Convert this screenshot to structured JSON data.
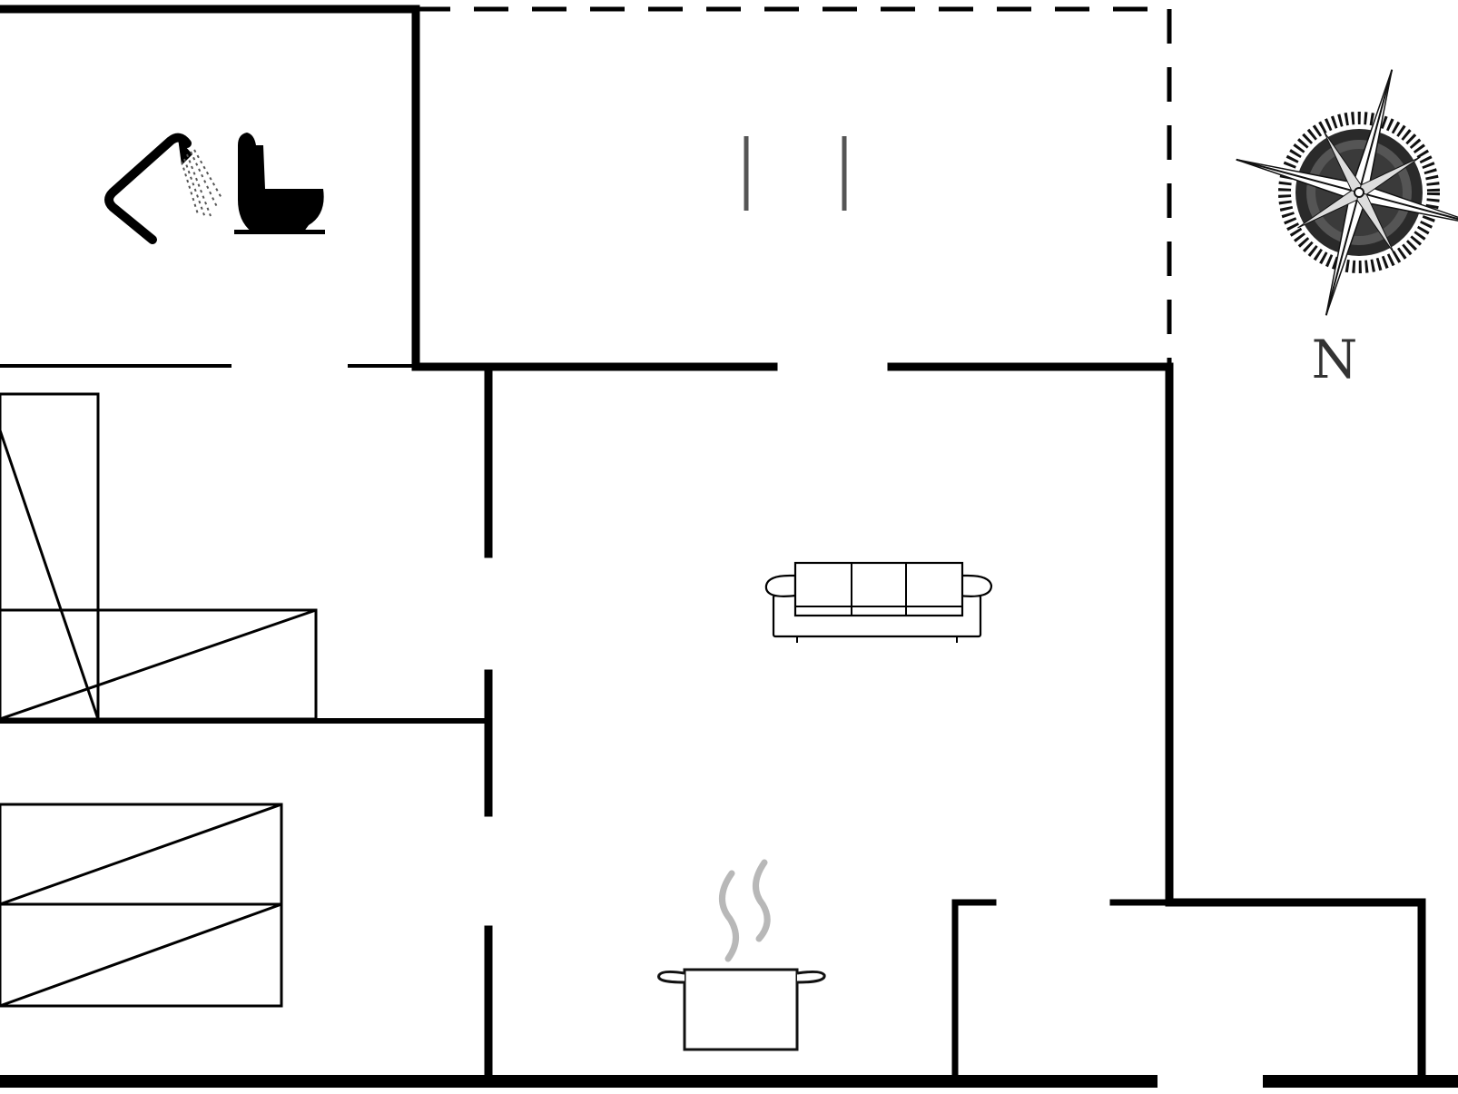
{
  "title": "",
  "compass": {
    "label": "N",
    "icon": "compass-rose-icon"
  },
  "rooms": [
    {
      "id": "bathroom",
      "icons": [
        "shower-icon",
        "toilet-icon"
      ]
    },
    {
      "id": "terrace",
      "outline": "dashed"
    },
    {
      "id": "living-room",
      "icons": [
        "sofa-icon"
      ]
    },
    {
      "id": "kitchen",
      "icons": [
        "cooking-pot-icon"
      ]
    },
    {
      "id": "bedroom-1",
      "icons": [
        "bed-icon",
        "bed-icon"
      ]
    },
    {
      "id": "bedroom-2",
      "icons": [
        "bed-icon",
        "bed-icon"
      ]
    },
    {
      "id": "entrance"
    }
  ],
  "colors": {
    "walls": "#000000",
    "steam": "#b8b8b8",
    "background": "#ffffff"
  }
}
